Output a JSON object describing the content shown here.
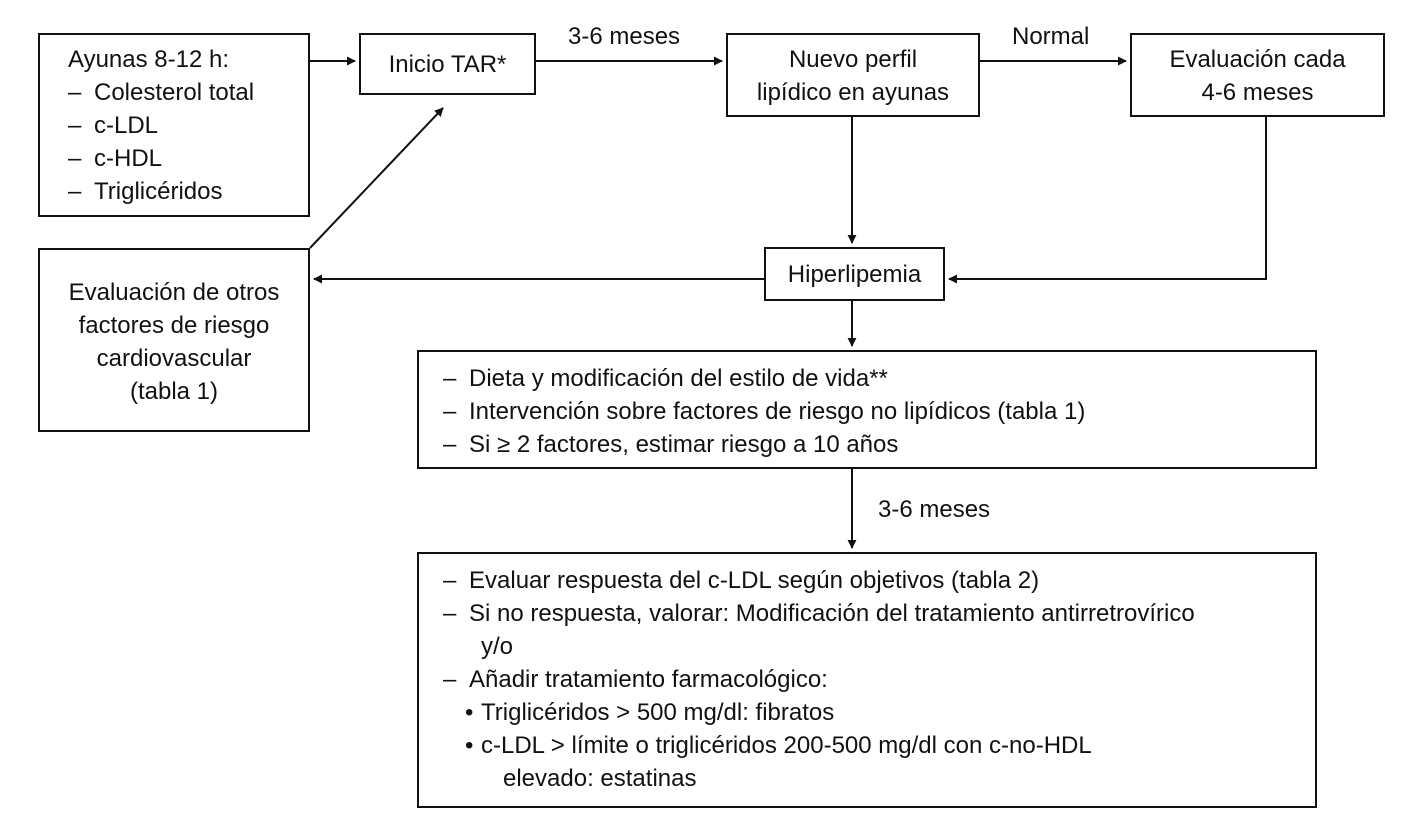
{
  "fasting_box": {
    "title": "Ayunas 8-12 h:",
    "items": [
      "Colesterol total",
      "c-LDL",
      "c-HDL",
      "Triglicéridos"
    ]
  },
  "dash": "–",
  "bullet": "•",
  "tar_box": {
    "label": "Inicio TAR*"
  },
  "profile_box": {
    "lines": [
      "Nuevo perfil",
      "lipídico en ayunas"
    ]
  },
  "eval_box": {
    "lines": [
      "Evaluación cada",
      "4-6 meses"
    ]
  },
  "hyper_box": {
    "label": "Hiperlipemia"
  },
  "risk_box": {
    "lines": [
      "Evaluación de otros",
      "factores de riesgo",
      "cardiovascular",
      "(tabla 1)"
    ]
  },
  "diet_box": {
    "items": [
      "Dieta y modificación del estilo de vida**",
      "Intervención sobre factores de riesgo no lipídicos (tabla 1)",
      "Si ≥ 2 factores, estimar riesgo a 10 años"
    ]
  },
  "eval_ldl_box": {
    "item1": "Evaluar respuesta del c-LDL según objetivos (tabla 2)",
    "item2_line1": "Si no respuesta, valorar: Modificación del tratamiento antirretrovírico",
    "item2_line2": "y/o",
    "item3": "Añadir tratamiento farmacológico:",
    "bullet1": "Triglicéridos > 500 mg/dl: fibratos",
    "bullet2_line1": "c-LDL > límite o triglicéridos 200-500 mg/dl con c-no-HDL",
    "bullet2_line2": "elevado: estatinas"
  },
  "edge_labels": {
    "tar_to_profile": "3-6 meses",
    "profile_to_eval": "Normal",
    "diet_to_eval_ldl": "3-6 meses"
  }
}
